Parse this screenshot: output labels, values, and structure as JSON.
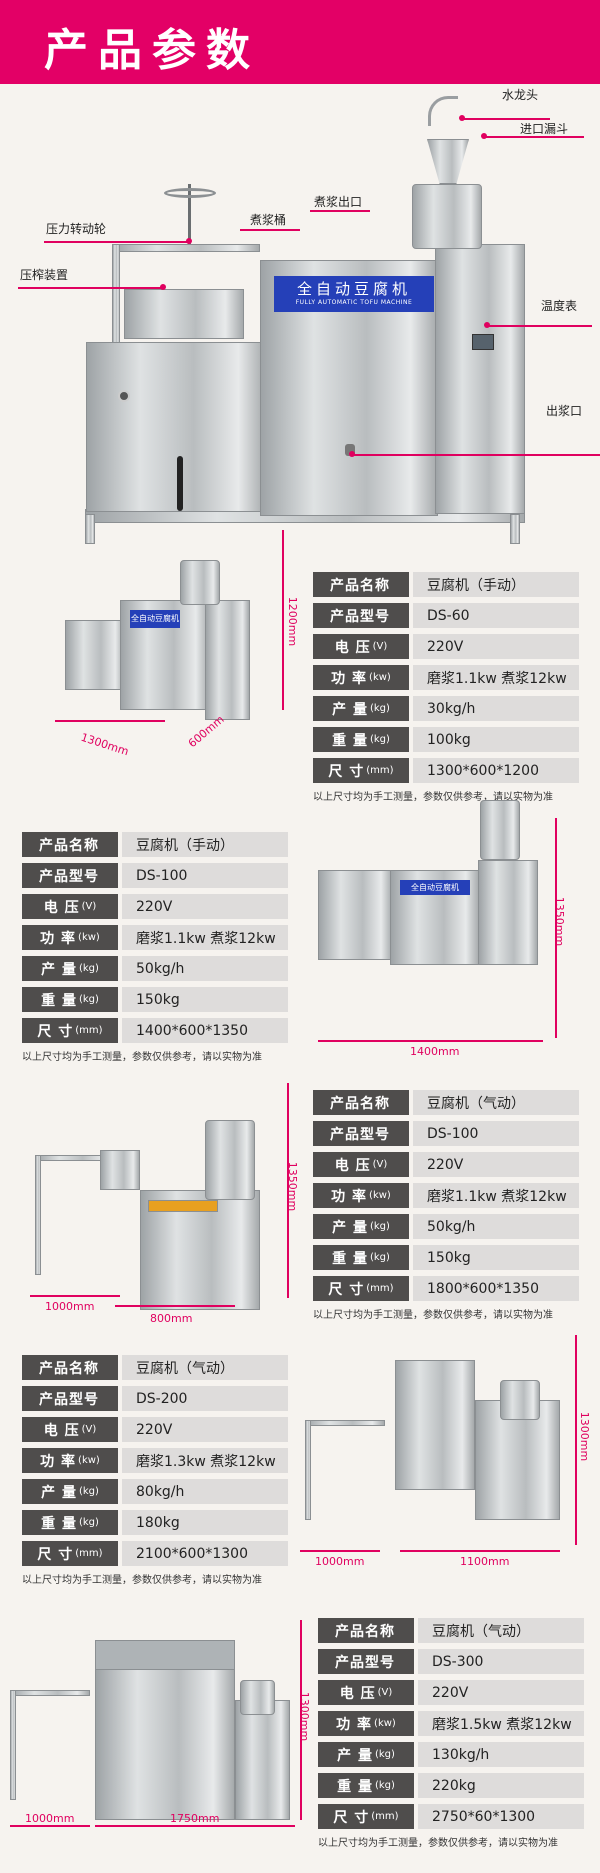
{
  "header": {
    "title": "产品参数"
  },
  "hero": {
    "panel_cn": "全自动豆腐机",
    "panel_en": "FULLY AUTOMATIC TOFU MACHINE",
    "callouts": [
      "水龙头",
      "进口漏斗",
      "煮浆出口",
      "煮浆桶",
      "压力转动轮",
      "压榨装置",
      "温度表",
      "出浆口"
    ]
  },
  "colors": {
    "brand": "#e30066",
    "label_bg": "#4f4d4c",
    "value_bg": "#dedcdb"
  },
  "specs": [
    {
      "rows": [
        {
          "label": "产品名称",
          "unit": "",
          "value": "豆腐机（手动）"
        },
        {
          "label": "产品型号",
          "unit": "",
          "value": "DS-60"
        },
        {
          "label": "电 压",
          "unit": "(V)",
          "value": "220V"
        },
        {
          "label": "功 率",
          "unit": "(kw)",
          "value": "磨浆1.1kw  煮浆12kw"
        },
        {
          "label": "产 量",
          "unit": "(kg)",
          "value": "30kg/h"
        },
        {
          "label": "重 量",
          "unit": "(kg)",
          "value": "100kg"
        },
        {
          "label": "尺 寸",
          "unit": "(mm)",
          "value": "1300*600*1200"
        }
      ],
      "note": "以上尺寸均为手工测量，参数仅供参考，请以实物为准",
      "dims": [
        "1300mm",
        "600mm",
        "1200mm"
      ]
    },
    {
      "rows": [
        {
          "label": "产品名称",
          "unit": "",
          "value": "豆腐机（手动）"
        },
        {
          "label": "产品型号",
          "unit": "",
          "value": "DS-100"
        },
        {
          "label": "电 压",
          "unit": "(V)",
          "value": "220V"
        },
        {
          "label": "功 率",
          "unit": "(kw)",
          "value": "磨浆1.1kw  煮浆12kw"
        },
        {
          "label": "产 量",
          "unit": "(kg)",
          "value": "50kg/h"
        },
        {
          "label": "重 量",
          "unit": "(kg)",
          "value": "150kg"
        },
        {
          "label": "尺 寸",
          "unit": "(mm)",
          "value": "1400*600*1350"
        }
      ],
      "note": "以上尺寸均为手工测量，参数仅供参考，请以实物为准",
      "dims": [
        "1400mm",
        "1350mm"
      ]
    },
    {
      "rows": [
        {
          "label": "产品名称",
          "unit": "",
          "value": "豆腐机（气动）"
        },
        {
          "label": "产品型号",
          "unit": "",
          "value": "DS-100"
        },
        {
          "label": "电 压",
          "unit": "(V)",
          "value": "220V"
        },
        {
          "label": "功 率",
          "unit": "(kw)",
          "value": "磨浆1.1kw  煮浆12kw"
        },
        {
          "label": "产 量",
          "unit": "(kg)",
          "value": "50kg/h"
        },
        {
          "label": "重 量",
          "unit": "(kg)",
          "value": "150kg"
        },
        {
          "label": "尺 寸",
          "unit": "(mm)",
          "value": "1800*600*1350"
        }
      ],
      "note": "以上尺寸均为手工测量，参数仅供参考，请以实物为准",
      "dims": [
        "1000mm",
        "800mm",
        "1350mm"
      ]
    },
    {
      "rows": [
        {
          "label": "产品名称",
          "unit": "",
          "value": "豆腐机（气动）"
        },
        {
          "label": "产品型号",
          "unit": "",
          "value": "DS-200"
        },
        {
          "label": "电 压",
          "unit": "(V)",
          "value": "220V"
        },
        {
          "label": "功 率",
          "unit": "(kw)",
          "value": "磨浆1.3kw  煮浆12kw"
        },
        {
          "label": "产 量",
          "unit": "(kg)",
          "value": "80kg/h"
        },
        {
          "label": "重 量",
          "unit": "(kg)",
          "value": "180kg"
        },
        {
          "label": "尺 寸",
          "unit": "(mm)",
          "value": "2100*600*1300"
        }
      ],
      "note": "以上尺寸均为手工测量，参数仅供参考，请以实物为准",
      "dims": [
        "1000mm",
        "1100mm",
        "1300mm"
      ]
    },
    {
      "rows": [
        {
          "label": "产品名称",
          "unit": "",
          "value": "豆腐机（气动）"
        },
        {
          "label": "产品型号",
          "unit": "",
          "value": "DS-300"
        },
        {
          "label": "电 压",
          "unit": "(V)",
          "value": "220V"
        },
        {
          "label": "功 率",
          "unit": "(kw)",
          "value": "磨浆1.5kw  煮浆12kw"
        },
        {
          "label": "产 量",
          "unit": "(kg)",
          "value": "130kg/h"
        },
        {
          "label": "重 量",
          "unit": "(kg)",
          "value": "220kg"
        },
        {
          "label": "尺 寸",
          "unit": "(mm)",
          "value": "2750*60*1300"
        }
      ],
      "note": "以上尺寸均为手工测量，参数仅供参考，请以实物为准",
      "dims": [
        "1000mm",
        "1750mm",
        "1300mm"
      ]
    }
  ]
}
